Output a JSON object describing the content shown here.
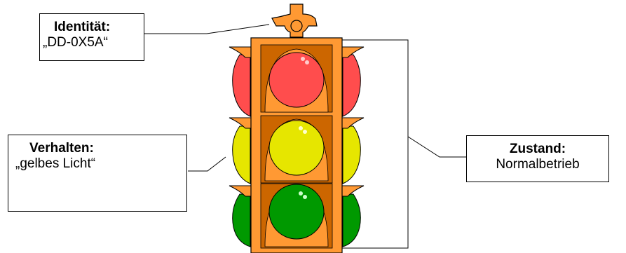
{
  "identity": {
    "title": "Identität:",
    "value": "„DD-0X5A“"
  },
  "behavior": {
    "title": "Verhalten:",
    "value": "„gelbes Licht“"
  },
  "state": {
    "title": "Zustand:",
    "value": "Normalbetrieb"
  },
  "traffic_light": {
    "lamps": [
      "red",
      "yellow",
      "green"
    ],
    "active_lamp": "yellow"
  },
  "colors": {
    "housing": "#ff9933",
    "housing_dark": "#cc6600",
    "red": "#ff4d4d",
    "yellow": "#e6e600",
    "green": "#009900",
    "outline": "#000000"
  }
}
